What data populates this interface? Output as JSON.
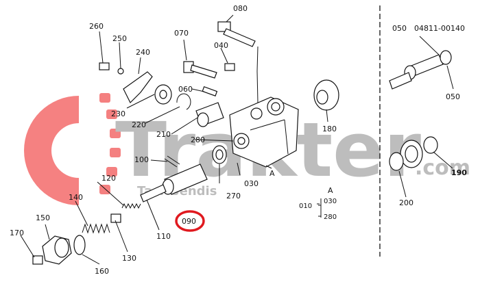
{
  "watermark": {
    "brand": "Trakter",
    "domain": ".com",
    "sub": "Tacr Bendis",
    "logo_color": "#f36b6b",
    "text_color": "#bdbdbd"
  },
  "highlight": {
    "label": "090",
    "color": "#e0191f"
  },
  "parts": {
    "p010": "010",
    "p030": "030",
    "p040": "040",
    "p060": "060",
    "p070": "070",
    "p080": "080",
    "p100": "100",
    "p110": "110",
    "p120": "120",
    "p130": "130",
    "p140": "140",
    "p150": "150",
    "p160": "160",
    "p170": "170",
    "p180": "180",
    "p190": "190",
    "p200": "200",
    "p210": "210",
    "p220": "220",
    "p230": "230",
    "p240": "240",
    "p250": "250",
    "p260": "260",
    "p270": "270",
    "p280": "280",
    "p050": "050"
  },
  "callout_a": "A",
  "assembly": {
    "ref": "A",
    "main": "010",
    "items": [
      "030",
      "280"
    ]
  },
  "kit": {
    "label": "050",
    "part_number": "04811-00140",
    "ref": "050"
  }
}
